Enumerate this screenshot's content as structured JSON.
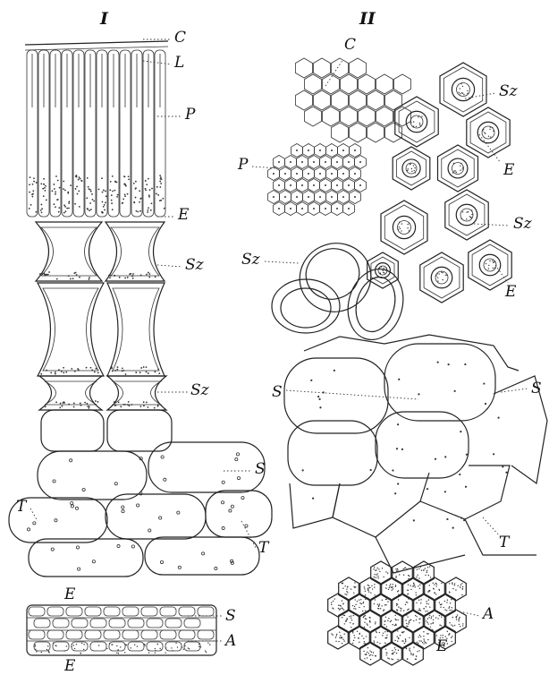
{
  "figure": {
    "panel_1": {
      "numeral": "I",
      "labels": {
        "c": "C",
        "l": "L",
        "p": "P",
        "e": "E",
        "sz1": "Sz",
        "sz2": "Sz",
        "s": "S",
        "t1": "T",
        "t2": "T"
      },
      "small_section": {
        "e_top": "E",
        "s": "S",
        "a": "A",
        "e_bottom": "E"
      }
    },
    "panel_2": {
      "numeral": "II",
      "labels": {
        "c": "C",
        "p": "P",
        "sz1": "Sz",
        "e1": "E",
        "sz2": "Sz",
        "sz3": "Sz",
        "e2": "E",
        "s1": "S",
        "s2": "S",
        "t": "T",
        "a": "A",
        "e3": "E"
      }
    }
  }
}
